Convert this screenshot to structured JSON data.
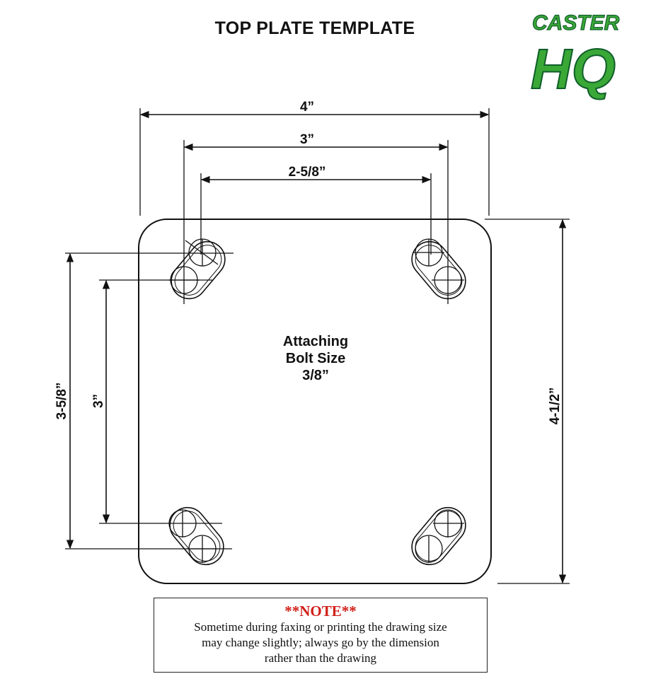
{
  "title": "TOP PLATE TEMPLATE",
  "logo": {
    "top": "CASTER",
    "bottom": "HQ",
    "color": "#3aa836",
    "dark": "#0f5e2a"
  },
  "dimensions": {
    "overall_width": "4”",
    "bolt_outer_width": "3”",
    "bolt_inner_width": "2-5/8”",
    "overall_height": "4-1/2”",
    "bolt_outer_height": "3-5/8”",
    "bolt_inner_height": "3”"
  },
  "center_label": {
    "line1": "Attaching",
    "line2": "Bolt Size",
    "line3": "3/8”"
  },
  "note": {
    "title": "**NOTE**",
    "lines": [
      "Sometime during faxing or printing the drawing size",
      "may change slightly; always go by the dimension",
      "rather than the drawing"
    ]
  }
}
